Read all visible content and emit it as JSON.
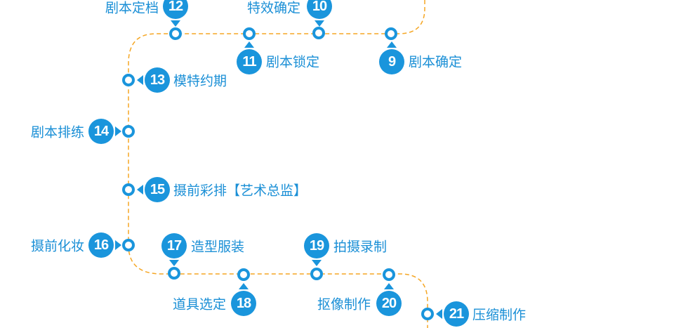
{
  "colors": {
    "node": "#1a95dc",
    "path": "#f5a623"
  },
  "steps": [
    {
      "num": "9",
      "label": "剧本确定"
    },
    {
      "num": "10",
      "label": "特效确定"
    },
    {
      "num": "11",
      "label": "剧本锁定"
    },
    {
      "num": "12",
      "label": "剧本定档"
    },
    {
      "num": "13",
      "label": "模特约期"
    },
    {
      "num": "14",
      "label": "剧本排练"
    },
    {
      "num": "15",
      "label": "摄前彩排【艺术总监】"
    },
    {
      "num": "16",
      "label": "摄前化妆"
    },
    {
      "num": "17",
      "label": "造型服装"
    },
    {
      "num": "18",
      "label": "道具选定"
    },
    {
      "num": "19",
      "label": "拍摄录制"
    },
    {
      "num": "20",
      "label": "抠像制作"
    },
    {
      "num": "21",
      "label": "压缩制作"
    }
  ]
}
